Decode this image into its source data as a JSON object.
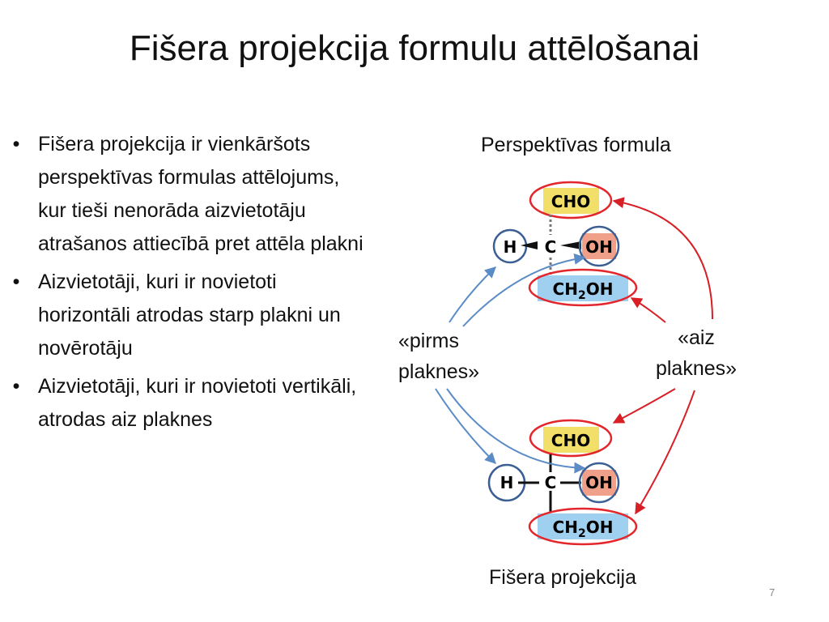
{
  "slide": {
    "title": "Fišera projekcija formulu attēlošanai",
    "page_number": "7"
  },
  "bullets": [
    "Fišera projekcija ir vienkāršots perspektīvas formulas attēlojums, kur tieši nenorāda aizvietotāju atrašanos attiecībā pret attēla plakni",
    "Aizvietotāji, kuri ir novietoti horizontāli atrodas starp plakni un novērotāju",
    "Aizvietotāji, kuri ir novietoti vertikāli, atrodas aiz plaknes"
  ],
  "diagram": {
    "top_caption": "Perspektīvas formula",
    "bottom_caption": "Fišera projekcija",
    "front_label": "«pirms plaknes»",
    "behind_label": "«aiz plaknes»",
    "molecule": {
      "top_group": "CHO",
      "left_atom": "H",
      "center_atom": "C",
      "right_group": "OH",
      "bottom_group_prefix": "CH",
      "bottom_group_sub": "2",
      "bottom_group_suffix": "OH"
    },
    "colors": {
      "cho_fill": "#f2df6a",
      "oh_fill": "#f0a088",
      "ch2oh_fill": "#9fd0ef",
      "behind_ring": "#e3262b",
      "front_ring": "#3b5e93",
      "front_arrow": "#5b8cc6",
      "behind_arrow": "#d81f26"
    }
  }
}
